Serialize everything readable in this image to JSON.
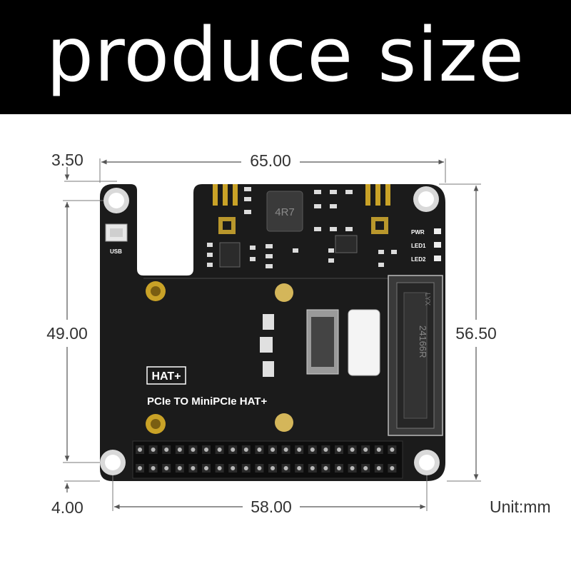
{
  "banner": {
    "title": "produce size"
  },
  "dimensions": {
    "top_offset": "3.50",
    "top_width": "65.00",
    "left_height": "49.00",
    "right_height": "56.50",
    "bottom_offset": "4.00",
    "bottom_width": "58.00",
    "unit": "Unit:mm"
  },
  "board": {
    "usb_label": "USB",
    "pwr_label": "PWR",
    "led1_label": "LED1",
    "led2_label": "LED2",
    "inductor_label": "4R7",
    "hat_badge": "HAT+",
    "product_name": "PCIe TO MiniPCIe HAT+",
    "slot_marking": "24166R",
    "slot_brand": "LYX"
  },
  "colors": {
    "pcb": "#1b1b1b",
    "gold": "#c9a227",
    "silkscreen": "#ffffff",
    "banner_bg": "#000000",
    "banner_text": "#ffffff"
  }
}
